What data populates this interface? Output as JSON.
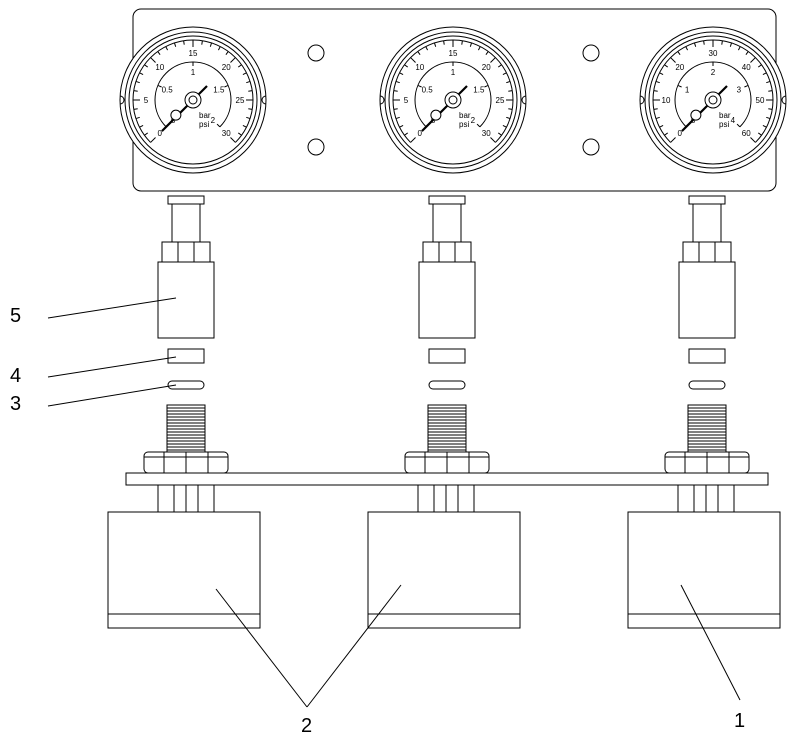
{
  "gauges": [
    {
      "id": "left",
      "unit_primary": "bar",
      "unit_secondary": "psi",
      "outer_labels": [
        "0",
        "5",
        "10",
        "15",
        "20",
        "25",
        "30"
      ],
      "inner_labels": [
        "0",
        "0.5",
        "1",
        "1.5",
        "2"
      ]
    },
    {
      "id": "center",
      "unit_primary": "bar",
      "unit_secondary": "psi",
      "outer_labels": [
        "0",
        "5",
        "10",
        "15",
        "20",
        "25",
        "30"
      ],
      "inner_labels": [
        "0",
        "0.5",
        "1",
        "1.5",
        "2"
      ]
    },
    {
      "id": "right",
      "unit_primary": "bar",
      "unit_secondary": "psi",
      "outer_labels": [
        "0",
        "10",
        "20",
        "30",
        "40",
        "50",
        "60"
      ],
      "inner_labels": [
        "0",
        "1",
        "2",
        "3",
        "4"
      ]
    }
  ],
  "callouts": {
    "one": "1",
    "two": "2",
    "three": "3",
    "four": "4",
    "five": "5"
  }
}
